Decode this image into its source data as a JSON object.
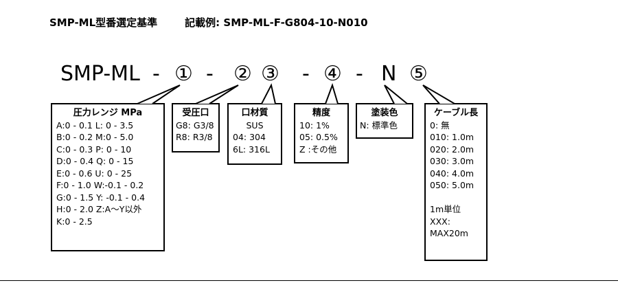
{
  "header": {
    "title": "SMP-ML型番選定基準",
    "example": "記載例: SMP-ML-F-G804-10-N010"
  },
  "model_code": {
    "prefix": "SMP-ML",
    "dash": "-",
    "c1": "①",
    "c2": "②",
    "c3": "③",
    "c4": "④",
    "n": "N",
    "c5": "⑤"
  },
  "pressure_range": {
    "title": "圧力レンジ MPa",
    "lines": [
      "A:0 - 0.1   L: 0 - 3.5",
      "B:0 - 0.2  M:0 - 5.0",
      "C:0 - 0.3   P: 0 - 10",
      "D:0 - 0.4   Q: 0 - 15",
      "E:0 - 0.6   U: 0 - 25",
      "F:0 - 1.0   W:-0.1 - 0.2",
      "G:0 - 1.5   Y: -0.1 - 0.4",
      "H:0 - 2.0   Z:A〜Y以外",
      "K:0 - 2.5"
    ]
  },
  "port": {
    "title": "受圧口",
    "lines": [
      "G8: G3/8",
      "R8: R3/8"
    ]
  },
  "material": {
    "title": "口材質",
    "lines": [
      "SUS",
      "04: 304",
      "6L: 316L"
    ]
  },
  "accuracy": {
    "title": "精度",
    "lines": [
      "10:  1%",
      "05:  0.5%",
      "Z  :その他"
    ]
  },
  "paint": {
    "title": "塗装色",
    "lines": [
      "N: 標準色"
    ]
  },
  "cable": {
    "title": "ケーブル長",
    "lines": [
      "0:    無",
      "010: 1.0m",
      "020: 2.0m",
      "030: 3.0m",
      "040: 4.0m",
      "050: 5.0m",
      "",
      "1m単位",
      "XXX:",
      "      MAX20m"
    ]
  }
}
